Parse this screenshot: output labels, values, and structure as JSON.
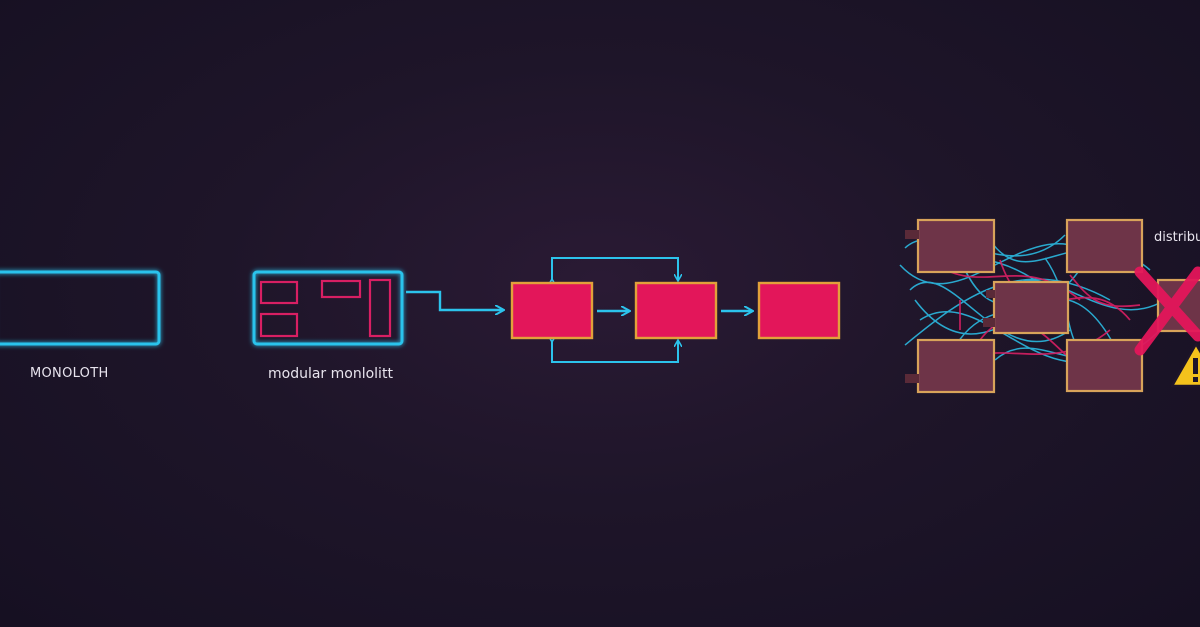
{
  "labels": {
    "monolith": "MONOLOTH",
    "modular_monolith": "modular monlolitt",
    "distributed": "distribu"
  },
  "icons": {
    "failure_mark": "x-mark-icon",
    "warning": "warning-triangle-icon"
  },
  "colors": {
    "background": "#1d1428",
    "neon_cyan": "#2cc3ec",
    "module_pink": "#d81f63",
    "service_fill": "#e3165a",
    "service_border": "#e2a13a",
    "tangled_fill": "#6e3448",
    "tangled_border": "#d8a35a",
    "warning_yellow": "#f4c21c"
  }
}
